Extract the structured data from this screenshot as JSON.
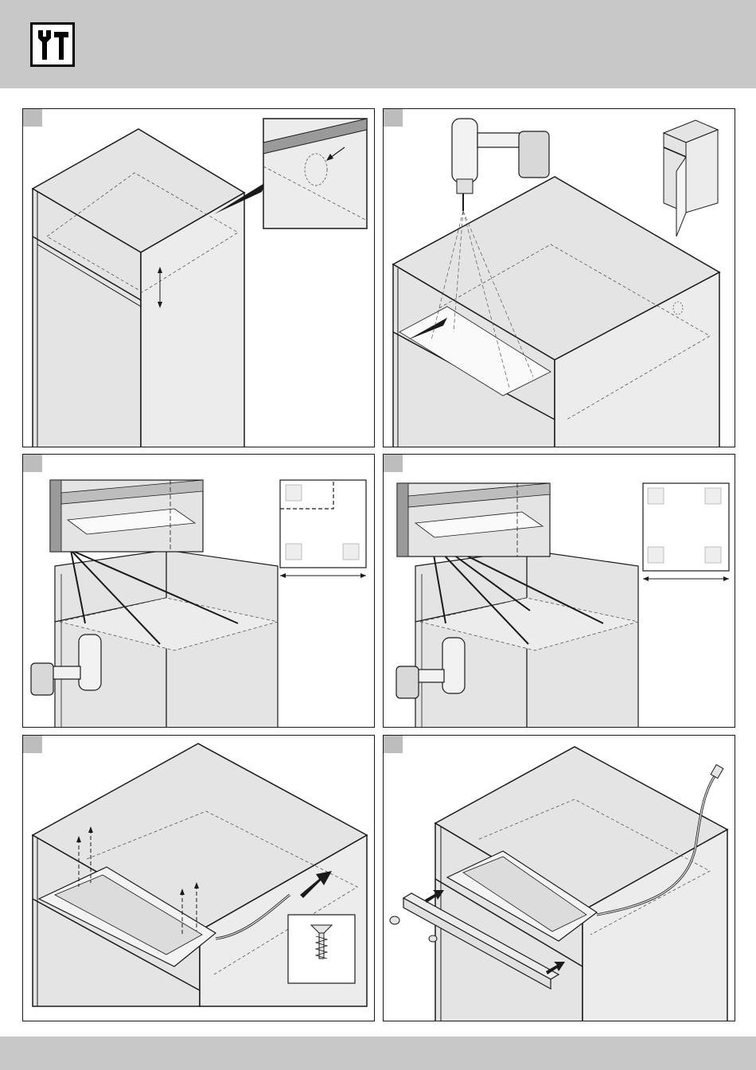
{
  "page": {
    "header_icon": "tools-icon",
    "accent_gray": "#c8c8c8",
    "panel_gray": "#e4e4e4",
    "line_color": "#1a1a1a"
  },
  "steps": [
    {
      "id": "step-1",
      "content": "cabinet-top-corner-hole"
    },
    {
      "id": "step-2",
      "content": "drill-through-template"
    },
    {
      "id": "step-3",
      "content": "drill-mounting-holes-3"
    },
    {
      "id": "step-4",
      "content": "drill-mounting-holes-4"
    },
    {
      "id": "step-5",
      "content": "screw-mount-unit"
    },
    {
      "id": "step-6",
      "content": "attach-rail-and-cable"
    }
  ]
}
